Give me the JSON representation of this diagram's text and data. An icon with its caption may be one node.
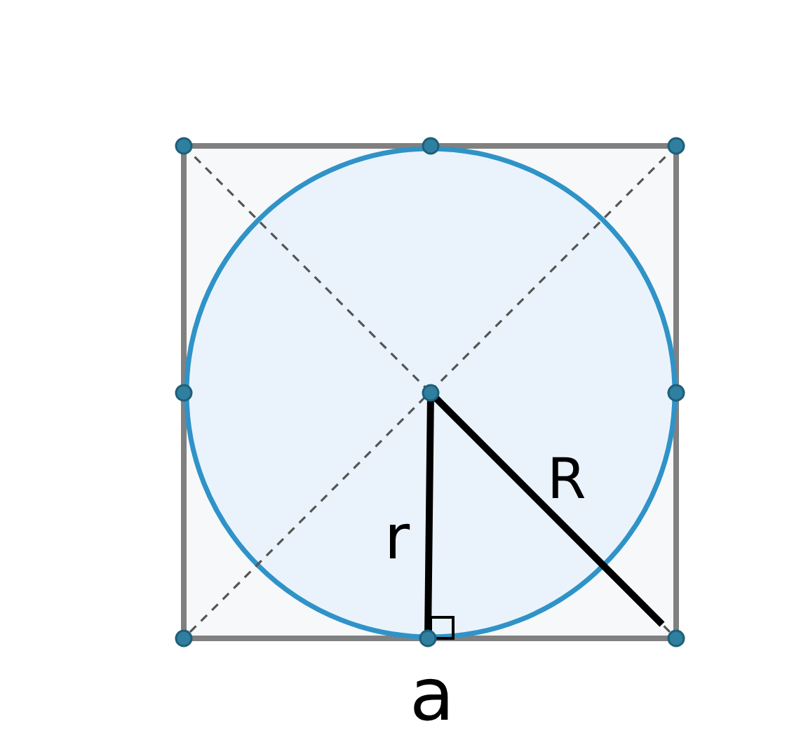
{
  "diagram": {
    "labels": [
      "R",
      "r",
      "a"
    ]
  }
}
